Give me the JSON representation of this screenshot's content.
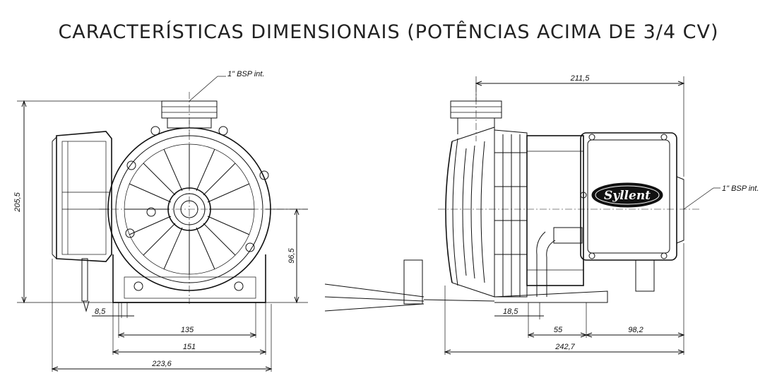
{
  "title": "CARACTERÍSTICAS DIMENSIONAIS (POTÊNCIAS ACIMA DE 3/4 CV)",
  "front_view": {
    "thread_label": "1\" BSP int.",
    "dim_height_total": "205,5",
    "dim_shaft_height": "96,5",
    "dim_foot_hole": "8,5",
    "dim_foot_135": "135",
    "dim_foot_151": "151",
    "dim_width_total": "223,6"
  },
  "side_view": {
    "thread_label": "1\" BSP int.",
    "dim_top_length": "211,5",
    "dim_18_5": "18,5",
    "dim_55": "55",
    "dim_98_2": "98,2",
    "dim_total_length": "242,7",
    "brand_logo": "Syllent"
  }
}
